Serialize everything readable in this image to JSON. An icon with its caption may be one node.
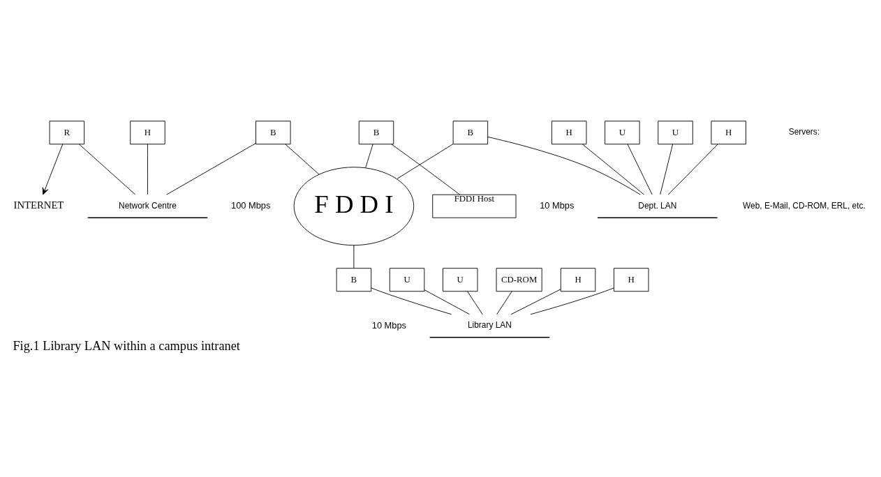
{
  "diagram": {
    "caption": "Fig.1 Library LAN within a campus intranet",
    "nodes": [
      {
        "text": [
          "INTERNET"
        ]
      },
      {
        "text": [
          "R"
        ]
      },
      {
        "text": [
          "Network Centre"
        ]
      },
      {
        "text": [
          "H"
        ]
      },
      {
        "text": [
          "B"
        ]
      },
      {
        "text": [
          "F D D I"
        ],
        "beside": [
          "100 Mbps"
        ]
      },
      {
        "text": [
          "U"
        ]
      },
      {
        "text": [
          "U"
        ]
      },
      {
        "text": [
          "Dept. LAN"
        ],
        "beside": [
          "10 Mbps"
        ]
      },
      {
        "text": [
          "H"
        ]
      },
      {
        "text": [
          "H"
        ]
      },
      {
        "text": [
          "B"
        ]
      },
      {
        "text": [
          "B"
        ]
      },
      {
        "text": [
          "FDDI Host"
        ]
      },
      {
        "text": [
          "B"
        ]
      },
      {
        "text": [
          "U"
        ]
      },
      {
        "text": [
          "U"
        ]
      },
      {
        "text": [
          "Library LAN"
        ],
        "beside": [
          "10 Mbps"
        ]
      },
      {
        "text": [
          "CD-ROM"
        ]
      },
      {
        "text": [
          "H"
        ]
      },
      {
        "text": [
          "H"
        ]
      }
    ],
    "edges": [
      {
        "from": 1,
        "to": 0,
        "arrow": "to"
      },
      {
        "from": 1,
        "to": 2,
        "arrow": "none"
      },
      {
        "from": 3,
        "to": 2,
        "arrow": "none"
      },
      {
        "from": 4,
        "to": 2,
        "arrow": "none"
      },
      {
        "from": 4,
        "to": 5,
        "arrow": "none"
      },
      {
        "from": 6,
        "to": 8,
        "arrow": "none"
      },
      {
        "from": 7,
        "to": 8,
        "arrow": "none"
      },
      {
        "from": 9,
        "to": 8,
        "arrow": "none"
      },
      {
        "from": 10,
        "to": 8,
        "arrow": "none"
      },
      {
        "from": 11,
        "to": 8,
        "arrow": "none"
      },
      {
        "from": 11,
        "to": 5,
        "arrow": "none"
      },
      {
        "from": 12,
        "to": 5,
        "arrow": "none"
      },
      {
        "from": 12,
        "to": 13,
        "arrow": "none"
      },
      {
        "from": 5,
        "to": 14,
        "arrow": "none"
      },
      {
        "from": 14,
        "to": 17,
        "arrow": "none"
      },
      {
        "from": 15,
        "to": 17,
        "arrow": "none"
      },
      {
        "from": 16,
        "to": 17,
        "arrow": "none"
      },
      {
        "from": 18,
        "to": 17,
        "arrow": "none"
      },
      {
        "from": 19,
        "to": 17,
        "arrow": "none"
      },
      {
        "from": 20,
        "to": 17,
        "arrow": "none"
      }
    ],
    "labels": [
      "Servers:",
      "Web, E-Mail, CD-ROM, ERL, etc."
    ]
  }
}
